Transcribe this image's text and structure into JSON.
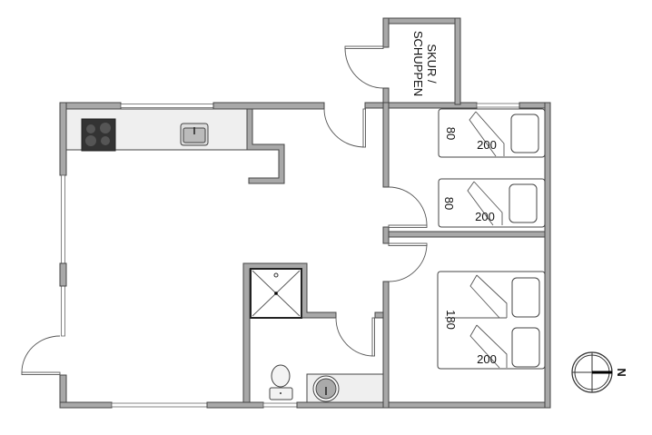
{
  "shed": {
    "line1": "SKUR /",
    "line2": "SCHUPPEN"
  },
  "bedroom1": {
    "bed_a": {
      "width": "80",
      "length": "200"
    },
    "bed_b": {
      "width": "80",
      "length": "200"
    }
  },
  "bedroom2": {
    "bed": {
      "width": "180",
      "length": "200"
    }
  },
  "compass": {
    "label": "N"
  }
}
